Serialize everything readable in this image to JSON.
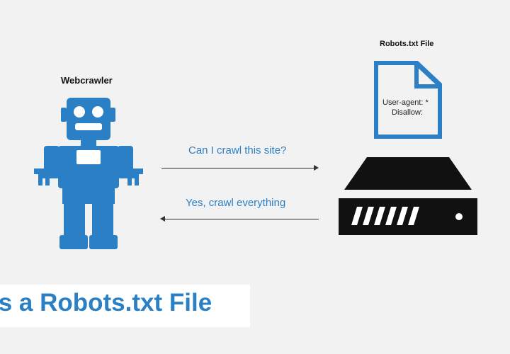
{
  "labels": {
    "crawler": "Webcrawler",
    "file": "Robots.txt File"
  },
  "robots_file": {
    "line1": "User-agent: *",
    "line2": "Disallow:"
  },
  "exchange": {
    "request": "Can I crawl this site?",
    "response": "Yes, crawl everything"
  },
  "title": "ls a Robots.txt File",
  "colors": {
    "accent": "#2b7fc4",
    "server": "#111111",
    "background": "#f2f2f2"
  },
  "icons": {
    "robot": "robot-icon",
    "file": "document-icon",
    "server": "server-icon"
  }
}
